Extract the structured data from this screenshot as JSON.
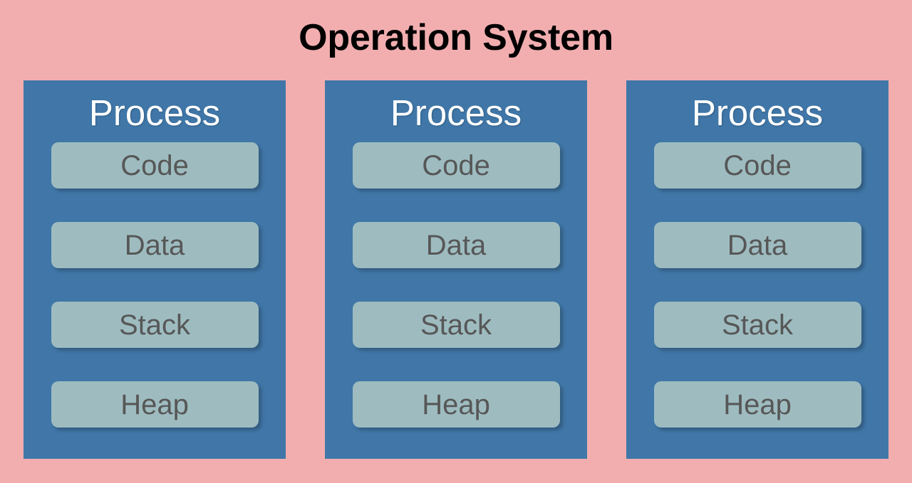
{
  "diagram": {
    "title": "Operation System",
    "background_color": "#f2aeaf",
    "title_color": "#000000",
    "process_box_color": "#4077a8",
    "process_title_color": "#ffffff",
    "segment_color": "#9ebcc0",
    "segment_label_color": "#575757",
    "processes": [
      {
        "title": "Process",
        "segments": [
          {
            "label": "Code"
          },
          {
            "label": "Data"
          },
          {
            "label": "Stack"
          },
          {
            "label": "Heap"
          }
        ]
      },
      {
        "title": "Process",
        "segments": [
          {
            "label": "Code"
          },
          {
            "label": "Data"
          },
          {
            "label": "Stack"
          },
          {
            "label": "Heap"
          }
        ]
      },
      {
        "title": "Process",
        "segments": [
          {
            "label": "Code"
          },
          {
            "label": "Data"
          },
          {
            "label": "Stack"
          },
          {
            "label": "Heap"
          }
        ]
      }
    ]
  }
}
